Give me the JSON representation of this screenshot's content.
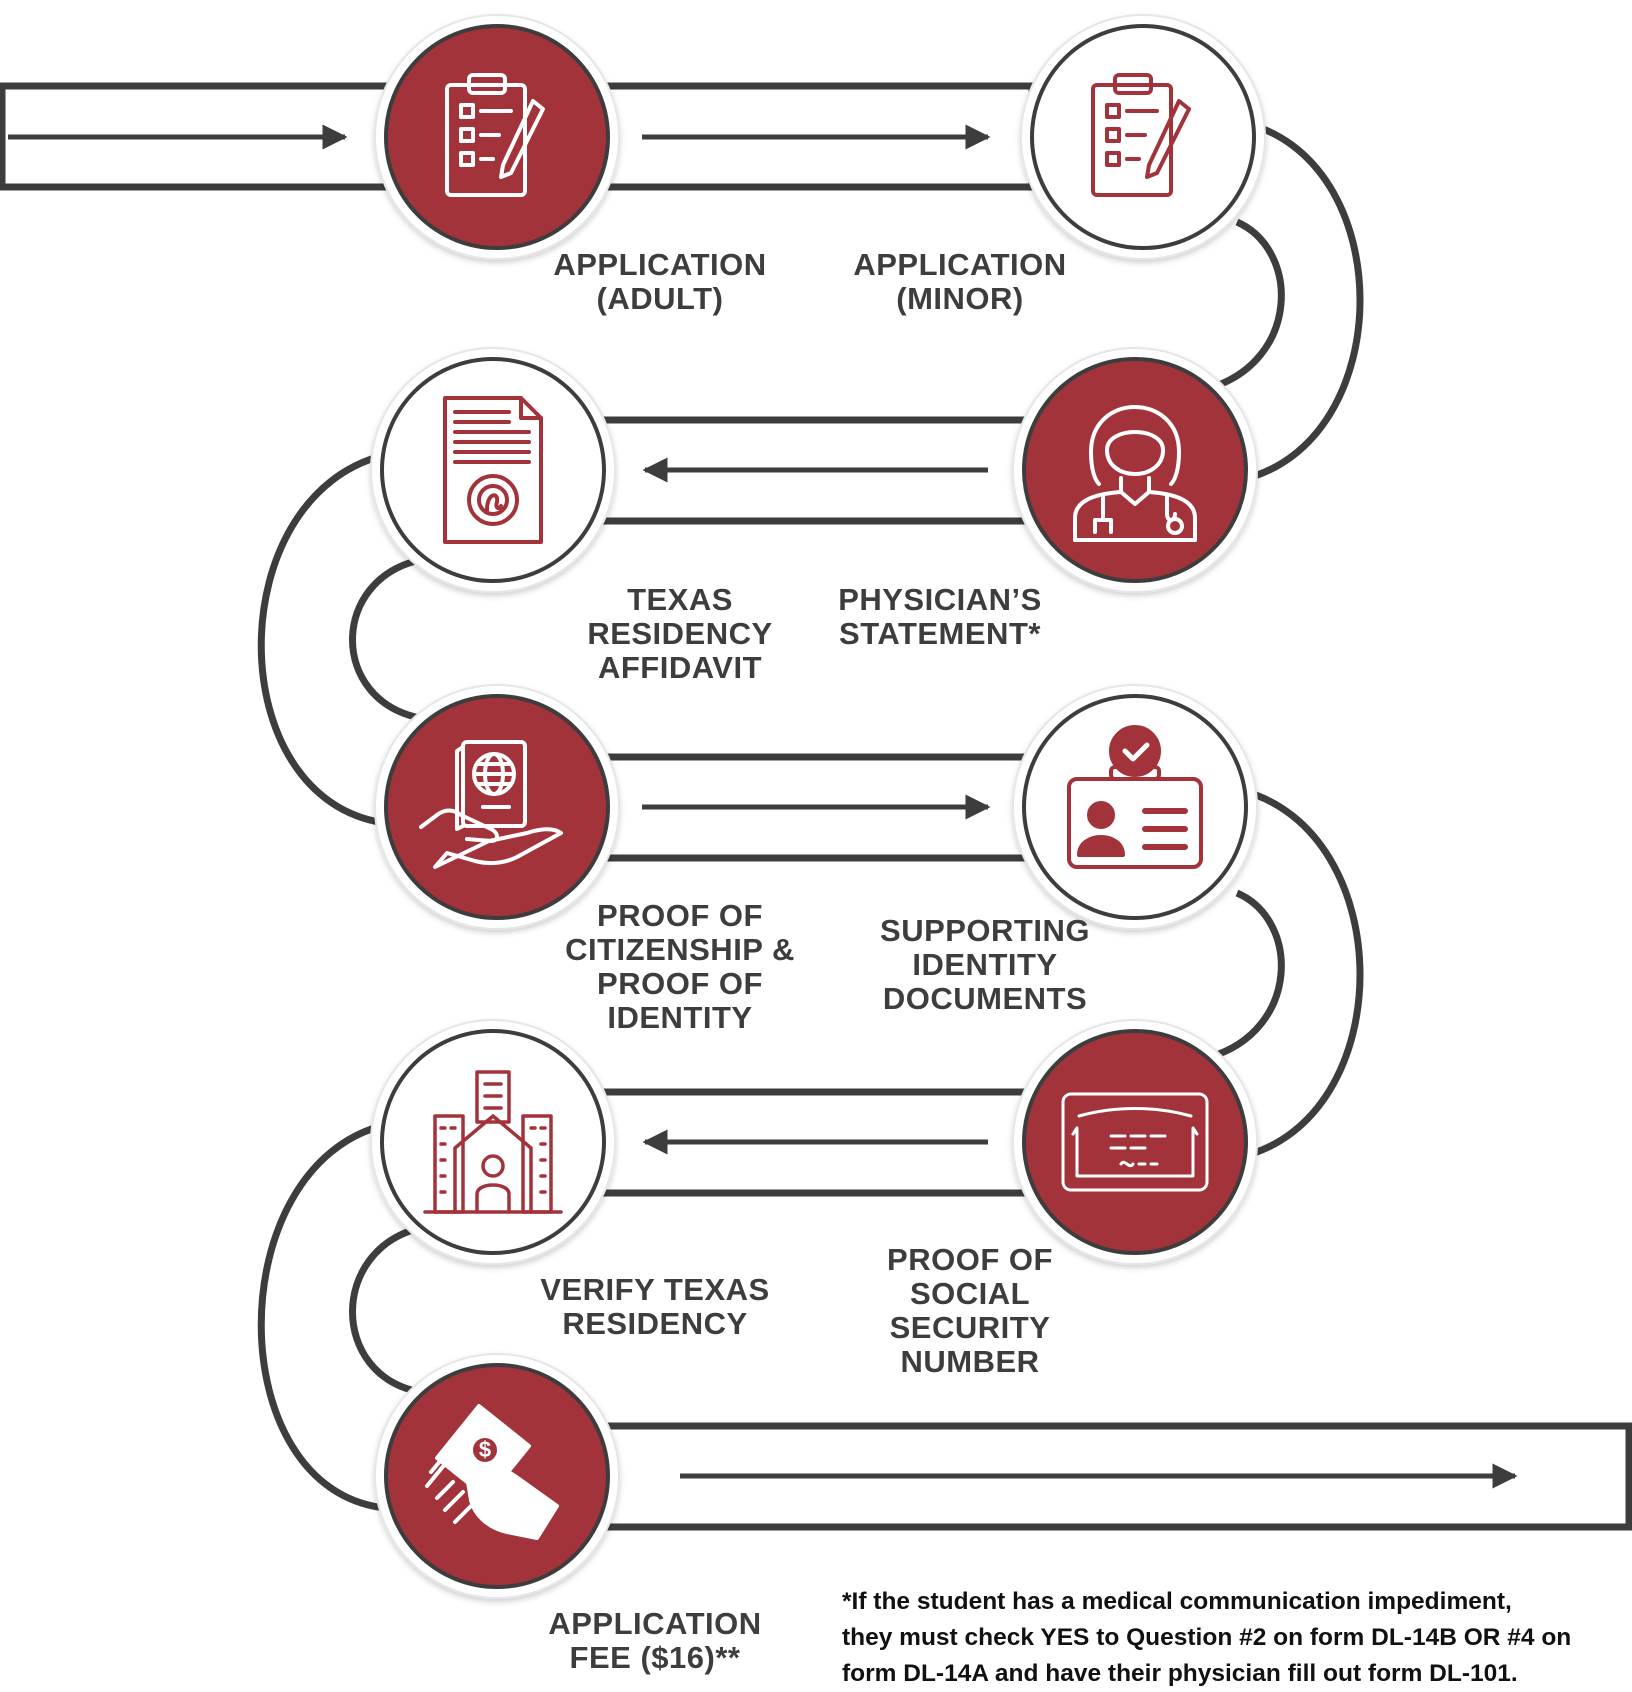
{
  "colors": {
    "accent": "#a3333a",
    "track": "#3d3d3d",
    "label": "#3d3d3d",
    "circle_border": "#e6e6e6"
  },
  "steps": [
    {
      "lines": [
        "APPLICATION",
        "(ADULT)"
      ],
      "icon": "clipboard-checklist-icon",
      "filled": true
    },
    {
      "lines": [
        "APPLICATION",
        "(MINOR)"
      ],
      "icon": "clipboard-checklist-icon",
      "filled": false
    },
    {
      "lines": [
        "PHYSICIAN’S",
        "STATEMENT*"
      ],
      "icon": "physician-icon",
      "filled": true
    },
    {
      "lines": [
        "TEXAS",
        "RESIDENCY",
        "AFFIDAVIT"
      ],
      "icon": "affidavit-document-icon",
      "filled": false
    },
    {
      "lines": [
        "PROOF OF",
        "CITIZENSHIP &",
        "PROOF OF",
        "IDENTITY"
      ],
      "icon": "passport-in-hand-icon",
      "filled": true
    },
    {
      "lines": [
        "SUPPORTING",
        "IDENTITY",
        "DOCUMENTS"
      ],
      "icon": "id-card-check-icon",
      "filled": false
    },
    {
      "lines": [
        "PROOF OF",
        "SOCIAL",
        "SECURITY",
        "NUMBER"
      ],
      "icon": "social-security-card-icon",
      "filled": true
    },
    {
      "lines": [
        "VERIFY TEXAS",
        "RESIDENCY"
      ],
      "icon": "city-residence-icon",
      "filled": false
    },
    {
      "lines": [
        "APPLICATION",
        "FEE ($16)**"
      ],
      "icon": "cash-in-hand-icon",
      "filled": true
    }
  ],
  "footnote": {
    "lines": [
      "*If the student has a medical communication impediment,",
      "they must check YES to Question #2 on form DL-14B OR #4 on",
      "form DL-14A and have their physician fill out form DL-101."
    ]
  }
}
